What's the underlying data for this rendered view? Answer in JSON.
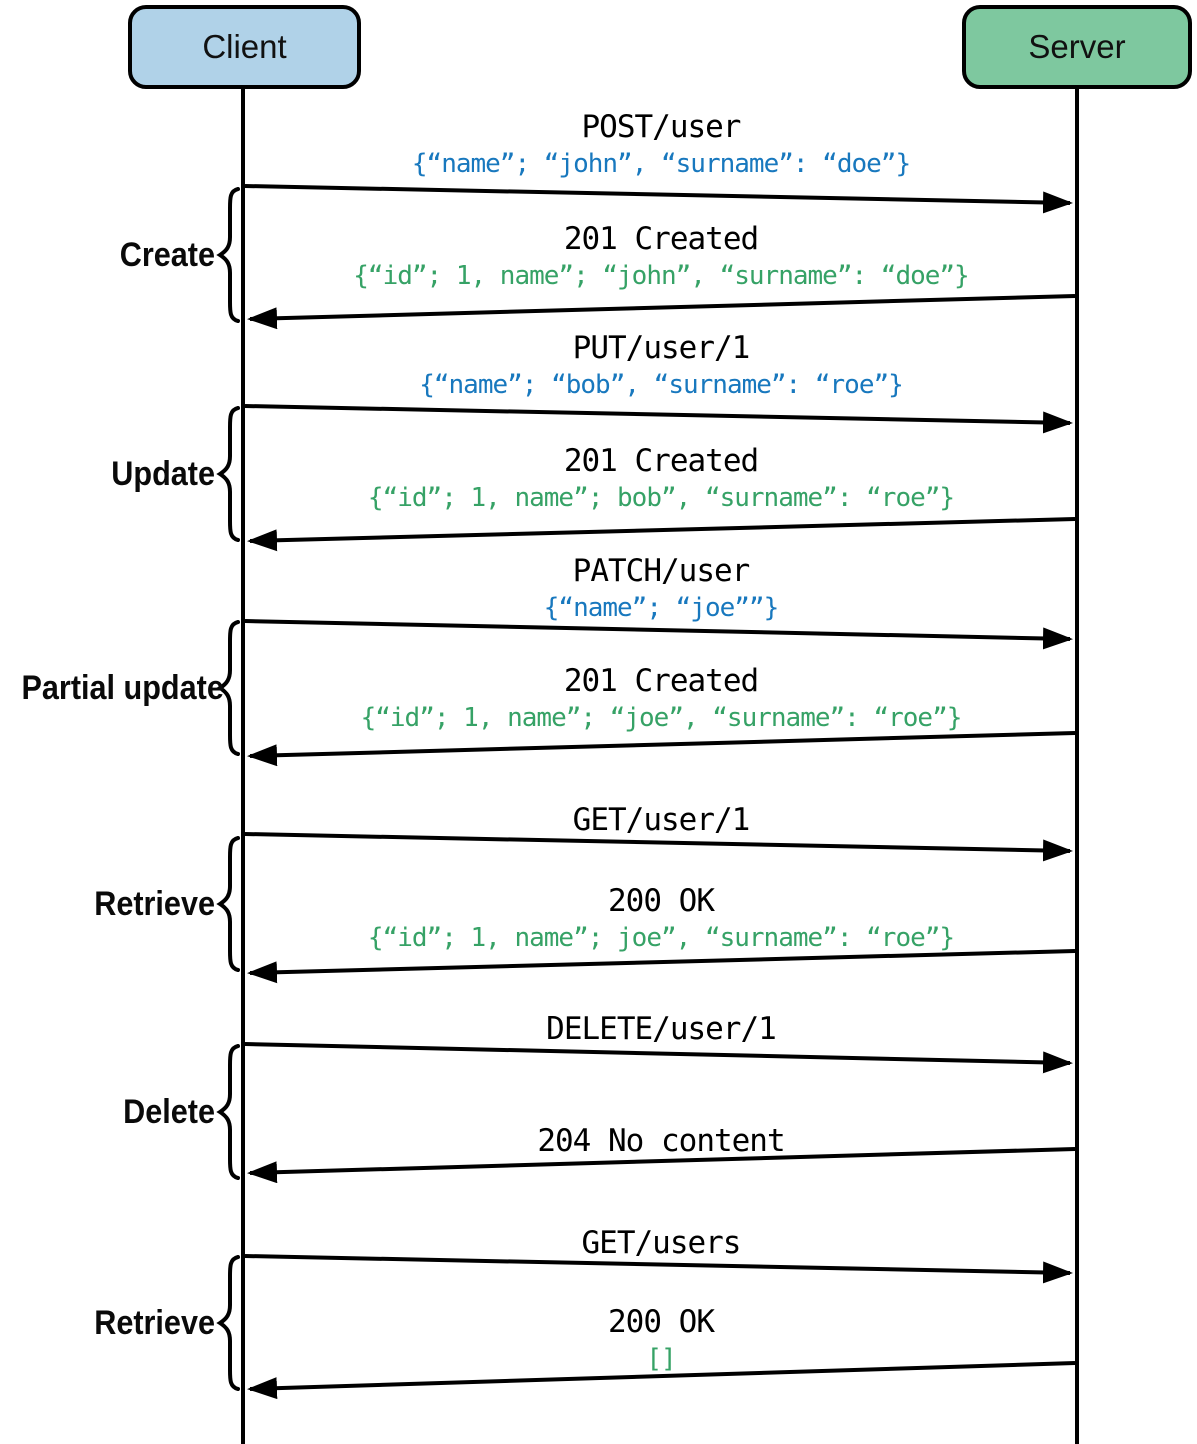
{
  "diagram": {
    "type": "sequence-diagram",
    "actors": [
      {
        "id": "client",
        "label": "Client",
        "color": "#b0d2e8"
      },
      {
        "id": "server",
        "label": "Server",
        "color": "#7ec89f"
      }
    ],
    "groups": [
      {
        "label": "Create"
      },
      {
        "label": "Update"
      },
      {
        "label": "Partial update"
      },
      {
        "label": "Retrieve"
      },
      {
        "label": "Delete"
      },
      {
        "label": "Retrieve"
      }
    ],
    "messages": [
      {
        "title": "POST/user",
        "body": "{“name”; “john”, “surname”: “doe”}",
        "kind": "request",
        "from": "client",
        "to": "server"
      },
      {
        "title": "201 Created",
        "body": "{“id”; 1, name”; “john”, “surname”: “doe”}",
        "kind": "response",
        "from": "server",
        "to": "client"
      },
      {
        "title": "PUT/user/1",
        "body": "{“name”; “bob”, “surname”: “roe”}",
        "kind": "request",
        "from": "client",
        "to": "server"
      },
      {
        "title": "201 Created",
        "body": "{“id”; 1, name”; bob”, “surname”: “roe”}",
        "kind": "response",
        "from": "server",
        "to": "client"
      },
      {
        "title": "PATCH/user",
        "body": "{“name”; “joe””}",
        "kind": "request",
        "from": "client",
        "to": "server"
      },
      {
        "title": "201 Created",
        "body": "{“id”; 1, name”; “joe”, “surname”: “roe”}",
        "kind": "response",
        "from": "server",
        "to": "client"
      },
      {
        "title": "GET/user/1",
        "body": "",
        "kind": "request",
        "from": "client",
        "to": "server"
      },
      {
        "title": "200 OK",
        "body": "{“id”; 1, name”; joe”, “surname”: “roe”}",
        "kind": "response",
        "from": "server",
        "to": "client"
      },
      {
        "title": "DELETE/user/1",
        "body": "",
        "kind": "request",
        "from": "client",
        "to": "server"
      },
      {
        "title": "204 No content",
        "body": "",
        "kind": "response",
        "from": "server",
        "to": "client"
      },
      {
        "title": "GET/users",
        "body": "",
        "kind": "request",
        "from": "client",
        "to": "server"
      },
      {
        "title": "200 OK",
        "body": "[]",
        "kind": "response",
        "from": "server",
        "to": "client"
      }
    ],
    "colors": {
      "request_body_text": "#1878be",
      "response_body_text": "#36a266",
      "line": "#000000",
      "client_box_fill": "#b0d2e8",
      "server_box_fill": "#7ec89f"
    }
  }
}
